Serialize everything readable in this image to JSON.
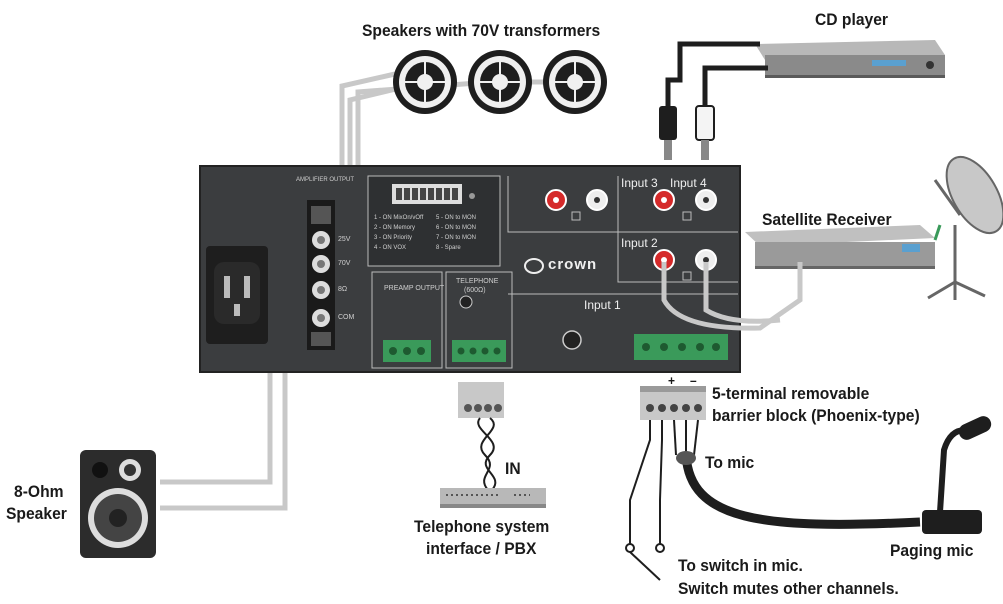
{
  "labels": {
    "speakers_title": "Speakers with 70V transformers",
    "cd_player": "CD player",
    "satellite_receiver": "Satellite Receiver",
    "eight_ohm_line1": "8-Ohm",
    "eight_ohm_line2": "Speaker",
    "in_label": "IN",
    "telephone_line1": "Telephone system",
    "telephone_line2": "interface / PBX",
    "terminal_line1": "5-terminal removable",
    "terminal_line2": "barrier block (Phoenix-type)",
    "to_mic": "To mic",
    "paging_mic": "Paging mic",
    "switch_line1": "To switch in mic.",
    "switch_line2": "Switch mutes other channels.",
    "plus": "+",
    "minus": "–"
  },
  "panel": {
    "input_3": "Input 3",
    "input_4": "Input 4",
    "input_2": "Input 2",
    "input_1": "Input 1",
    "brand": "crown",
    "preamp_output": "PREAMP OUTPUT",
    "telephone_header": "TELEPHONE",
    "telephone_sub": "(600Ω)",
    "amplifier_output": "AMPLIFIER OUTPUT",
    "term_25v": "25V",
    "term_70v": "70V",
    "term_8ohm": "8Ω",
    "term_com": "COM",
    "dip_switch_list": [
      "1 - ON MixOn/vOff",
      "2 - ON Memory",
      "3 - ON Priority",
      "4 - ON VOX",
      "5 - ON to MON",
      "6 - ON to MON",
      "7 - ON to MON",
      "8 - Spare"
    ]
  },
  "colors": {
    "panel": "#3b3d3f",
    "panel_dark": "#2a2b2d",
    "wire_gray": "#c8c8c8",
    "cable_black": "#1e1e1e",
    "terminal_green": "#3a9a5a",
    "rca_red": "#d52a2a",
    "label_text": "#1a1a1a"
  }
}
